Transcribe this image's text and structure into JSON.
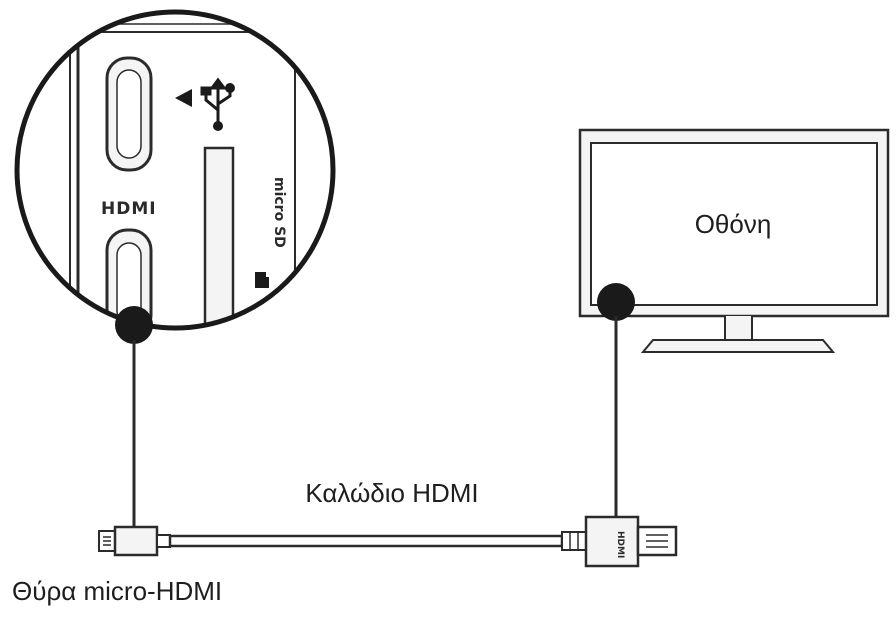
{
  "labels": {
    "monitor": "Οθόνη",
    "cable": "Καλώδιο HDMI",
    "port": "Θύρα micro-HDMI"
  },
  "device": {
    "hdmi_label": "HDMI",
    "sd_label": "micro SD",
    "connector_text": "HDMI"
  },
  "icons": [
    "usb-icon",
    "arrow-left-icon",
    "sd-card-icon"
  ],
  "colors": {
    "line": "#2b2b2b",
    "dot": "#1a1a1a",
    "fill": "#f4f4f4",
    "background": "#ffffff"
  }
}
